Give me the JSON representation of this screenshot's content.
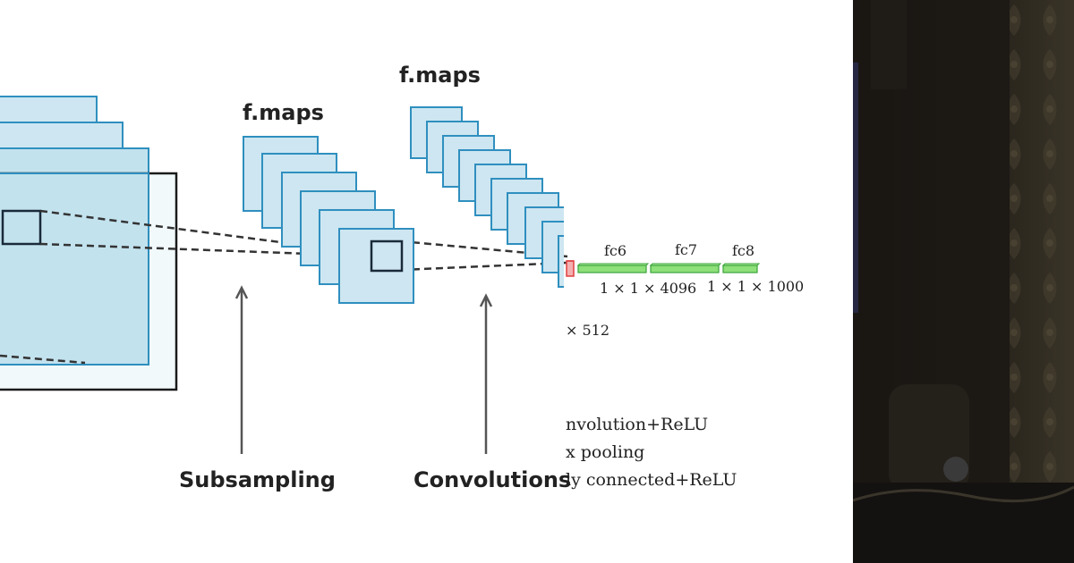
{
  "diagram": {
    "labels": {
      "fmaps_1": "f.maps",
      "fmaps_2": "f.maps",
      "subsampling": "Subsampling",
      "convolutions": "Convolutions"
    },
    "fc_layers": {
      "fc6": "fc6",
      "fc7": "fc7",
      "fc8": "fc8",
      "dim_fc6_fc7": "1 × 1 × 4096",
      "dim_fc8": "1 × 1 × 1000",
      "dim_pool": "× 512"
    },
    "legend": {
      "conv": "nvolution+ReLU",
      "pool": "x  pooling",
      "fc": "ly  connected+ReLU"
    }
  },
  "colors": {
    "map_fill": "#cde6f1",
    "map_stroke": "#2f8fbf",
    "fc_fill": "#8ee07a",
    "fc_stroke": "#3aa43a",
    "pool_red": "#e04040",
    "arrow": "#555555",
    "photo_bg": "#1a1712"
  }
}
